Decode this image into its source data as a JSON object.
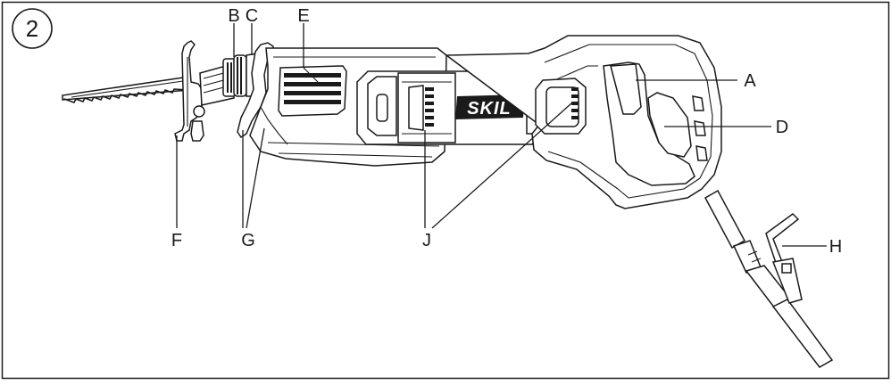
{
  "figure_number": "2",
  "brand": "SKIL",
  "labels": {
    "A": "A",
    "B": "B",
    "C": "C",
    "D": "D",
    "E": "E",
    "F": "F",
    "G": "G",
    "H": "H",
    "J": "J"
  }
}
